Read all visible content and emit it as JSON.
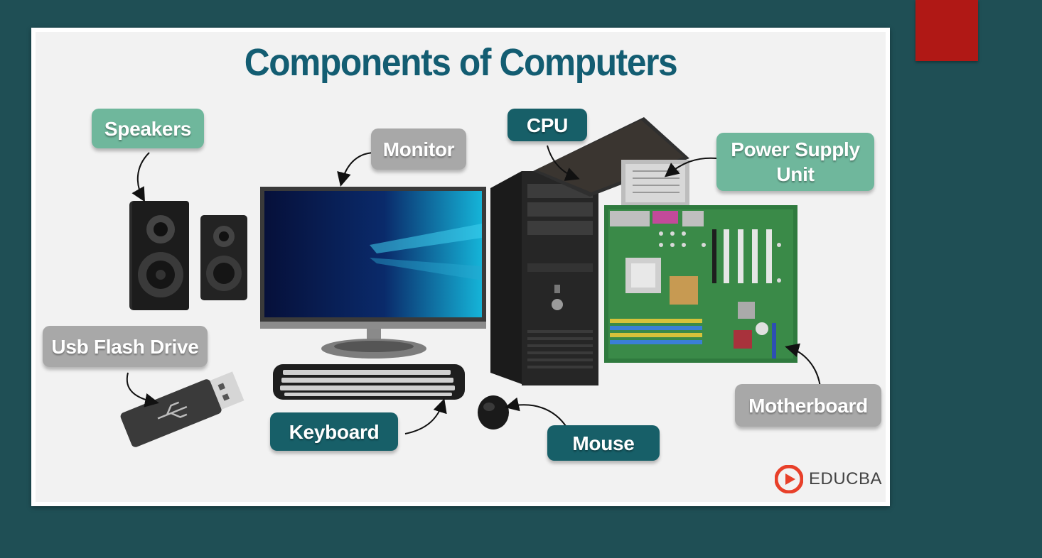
{
  "title": "Components of Computers",
  "labels": {
    "speakers": "Speakers",
    "monitor": "Monitor",
    "cpu": "CPU",
    "psu_line1": "Power Supply",
    "psu_line2": "Unit",
    "usb": "Usb Flash Drive",
    "keyboard": "Keyboard",
    "mouse": "Mouse",
    "motherboard": "Motherboard"
  },
  "logo": {
    "text": "EDUCBA"
  },
  "colors": {
    "background": "#1f4f55",
    "title": "#135d72",
    "label_green": "#6fb79c",
    "label_gray": "#a8a8a8",
    "label_teal": "#175f68",
    "accent_red": "#b01815",
    "logo_red": "#e8402a"
  },
  "icons": [
    "speakers-icon",
    "monitor-icon",
    "cpu-tower-icon",
    "psu-icon",
    "motherboard-icon",
    "usb-drive-icon",
    "keyboard-icon",
    "mouse-icon",
    "educba-logo-icon"
  ]
}
